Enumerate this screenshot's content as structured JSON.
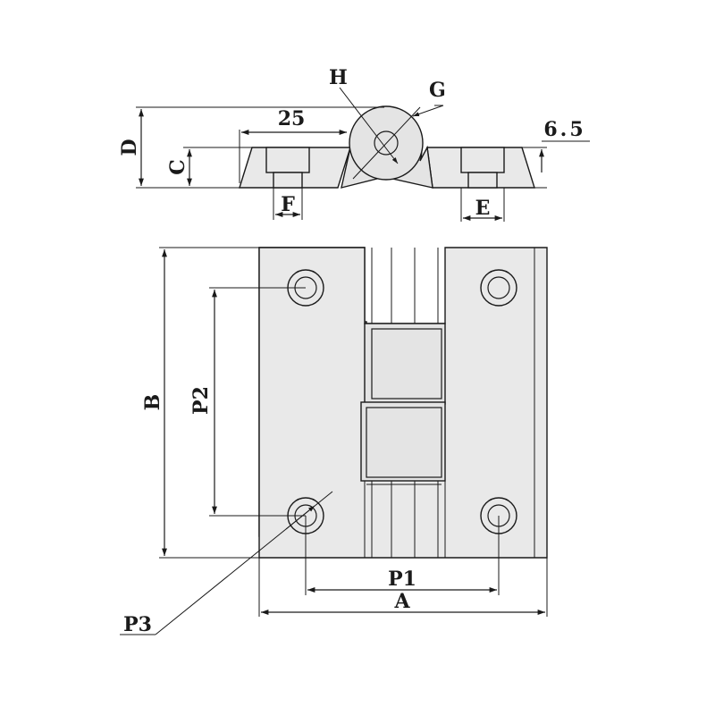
{
  "labels": {
    "h": "H",
    "g": "G",
    "d": "D",
    "c": "C",
    "twenty_five": "25",
    "six_five": "6.5",
    "f": "F",
    "e": "E",
    "b": "B",
    "p2": "P2",
    "p1": "P1",
    "a": "A",
    "p3": "P3"
  }
}
